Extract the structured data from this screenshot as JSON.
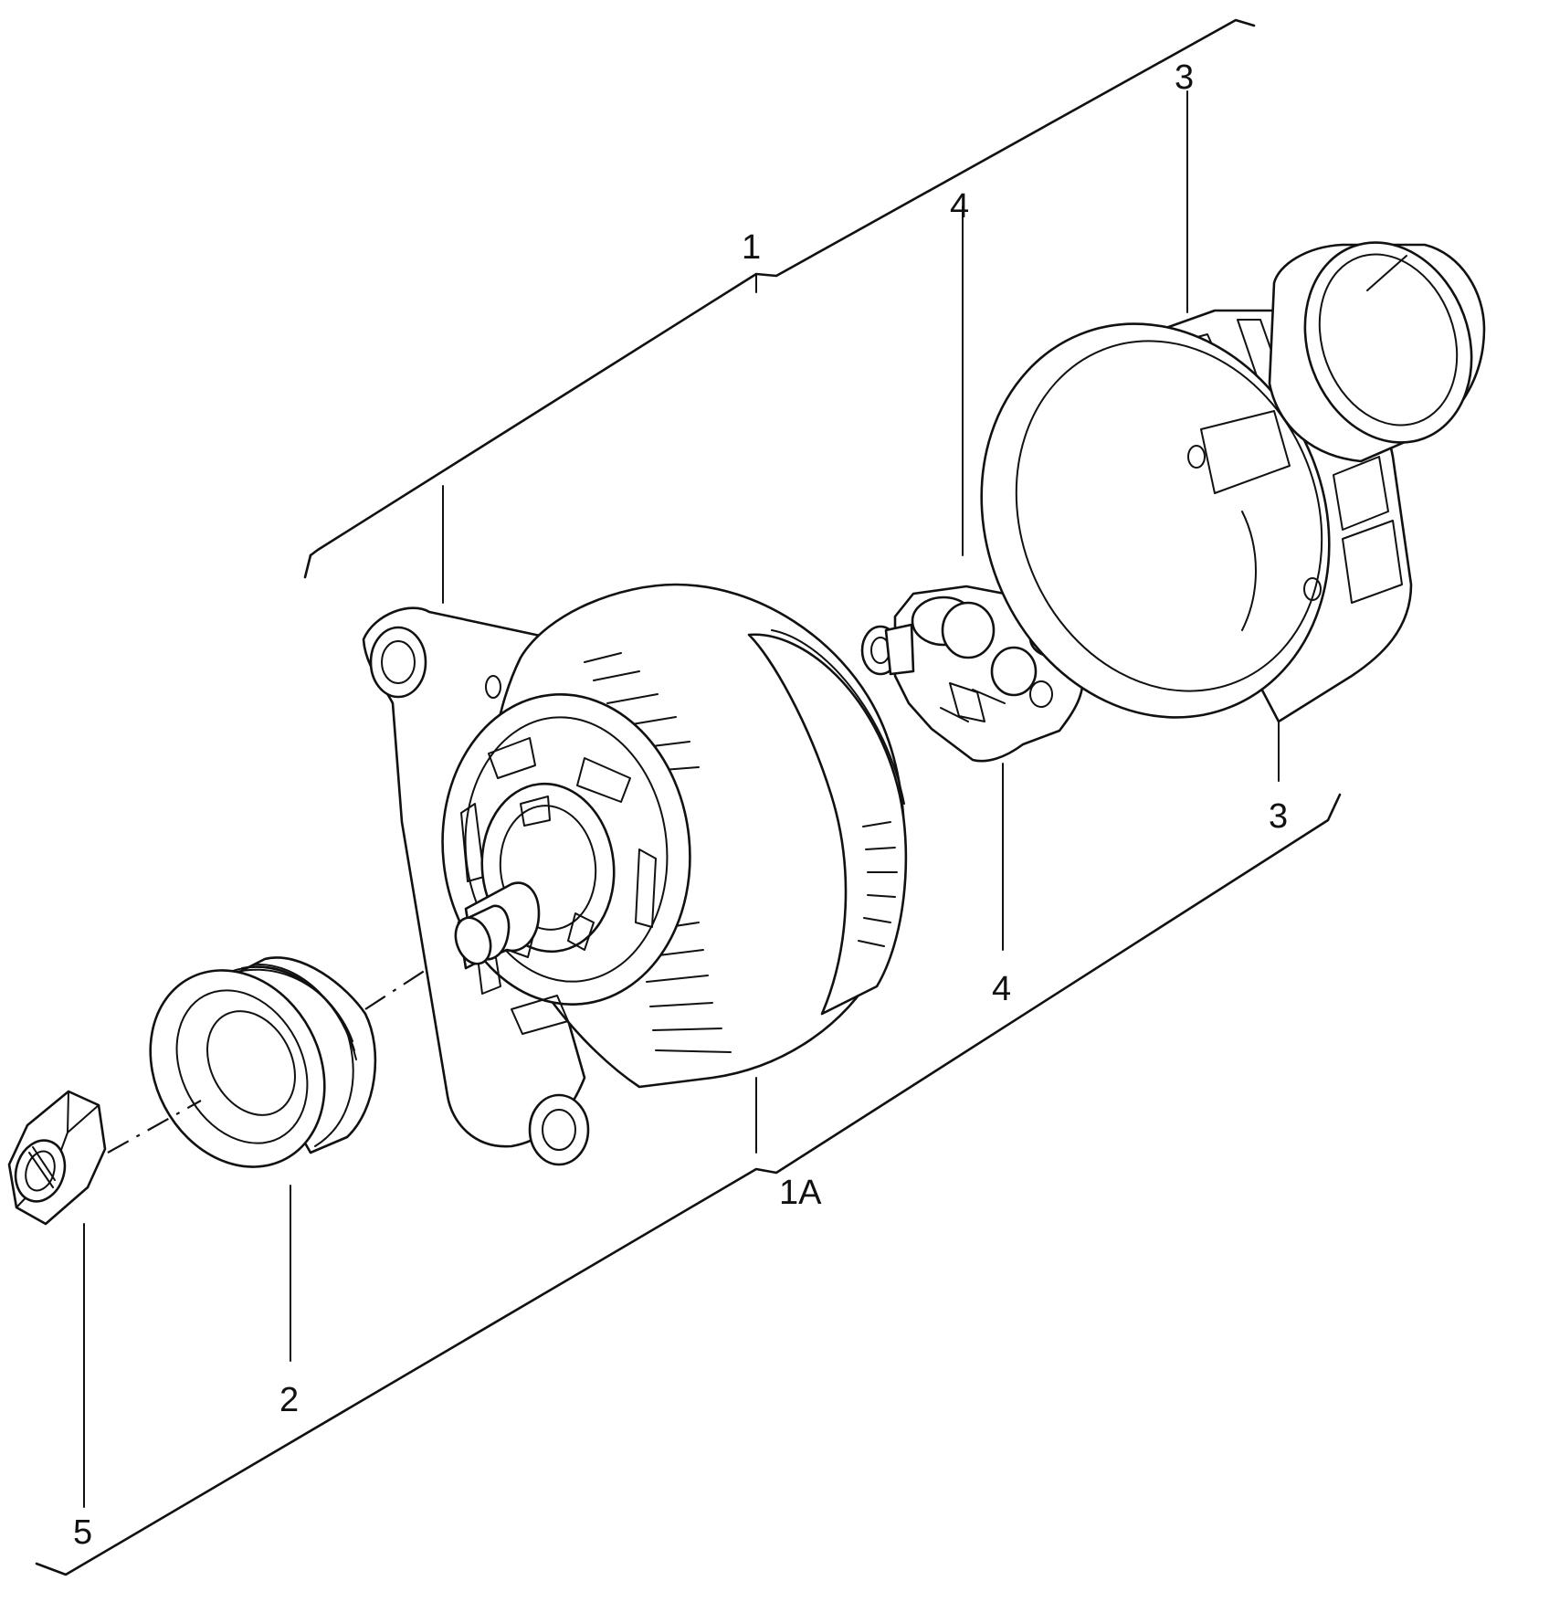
{
  "callouts": {
    "alternator": "1",
    "alternator_alt": "1A",
    "pulley": "2",
    "housing_top": "3",
    "housing_bottom": "3",
    "regulator_top": "4",
    "regulator_bottom": "4",
    "nut": "5"
  }
}
